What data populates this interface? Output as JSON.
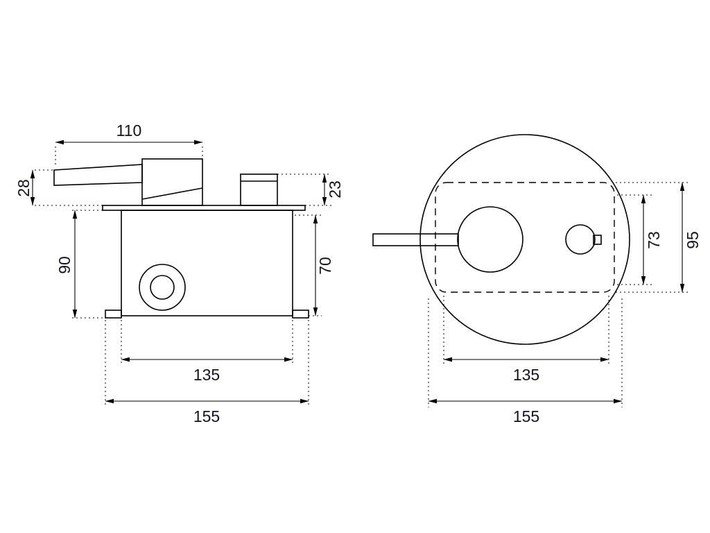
{
  "style": {
    "background": "#ffffff",
    "line_color": "#000000",
    "dim_text_color": "#14141e"
  },
  "dims": {
    "side": {
      "top_width": "110",
      "lever_height": "28",
      "knob_height": "23",
      "body_height": "90",
      "box_depth": "70",
      "inner_width": "135",
      "overall_width": "155"
    },
    "front": {
      "inner_height": "73",
      "overall_height": "95",
      "inner_width": "135",
      "overall_width": "155"
    }
  }
}
